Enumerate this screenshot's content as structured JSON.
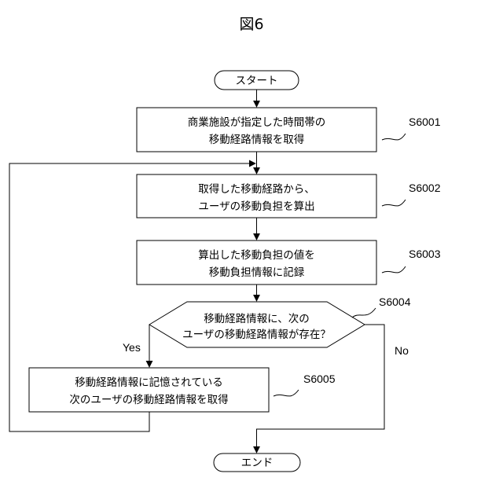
{
  "figure": {
    "title": "図6"
  },
  "nodes": {
    "start": {
      "label": "スタート"
    },
    "s6001": {
      "step": "S6001",
      "line1": "商業施設が指定した時間帯の",
      "line2": "移動経路情報を取得"
    },
    "s6002": {
      "step": "S6002",
      "line1": "取得した移動経路から、",
      "line2": "ユーザの移動負担を算出"
    },
    "s6003": {
      "step": "S6003",
      "line1": "算出した移動負担の値を",
      "line2": "移動負担情報に記録"
    },
    "s6004": {
      "step": "S6004",
      "line1": "移動経路情報に、次の",
      "line2": "ユーザの移動経路情報が存在？"
    },
    "s6005": {
      "step": "S6005",
      "line1": "移動経路情報に記憶されている",
      "line2": "次のユーザの移動経路情報を取得"
    },
    "end": {
      "label": "エンド"
    }
  },
  "edges": {
    "yes": "Yes",
    "no": "No"
  }
}
